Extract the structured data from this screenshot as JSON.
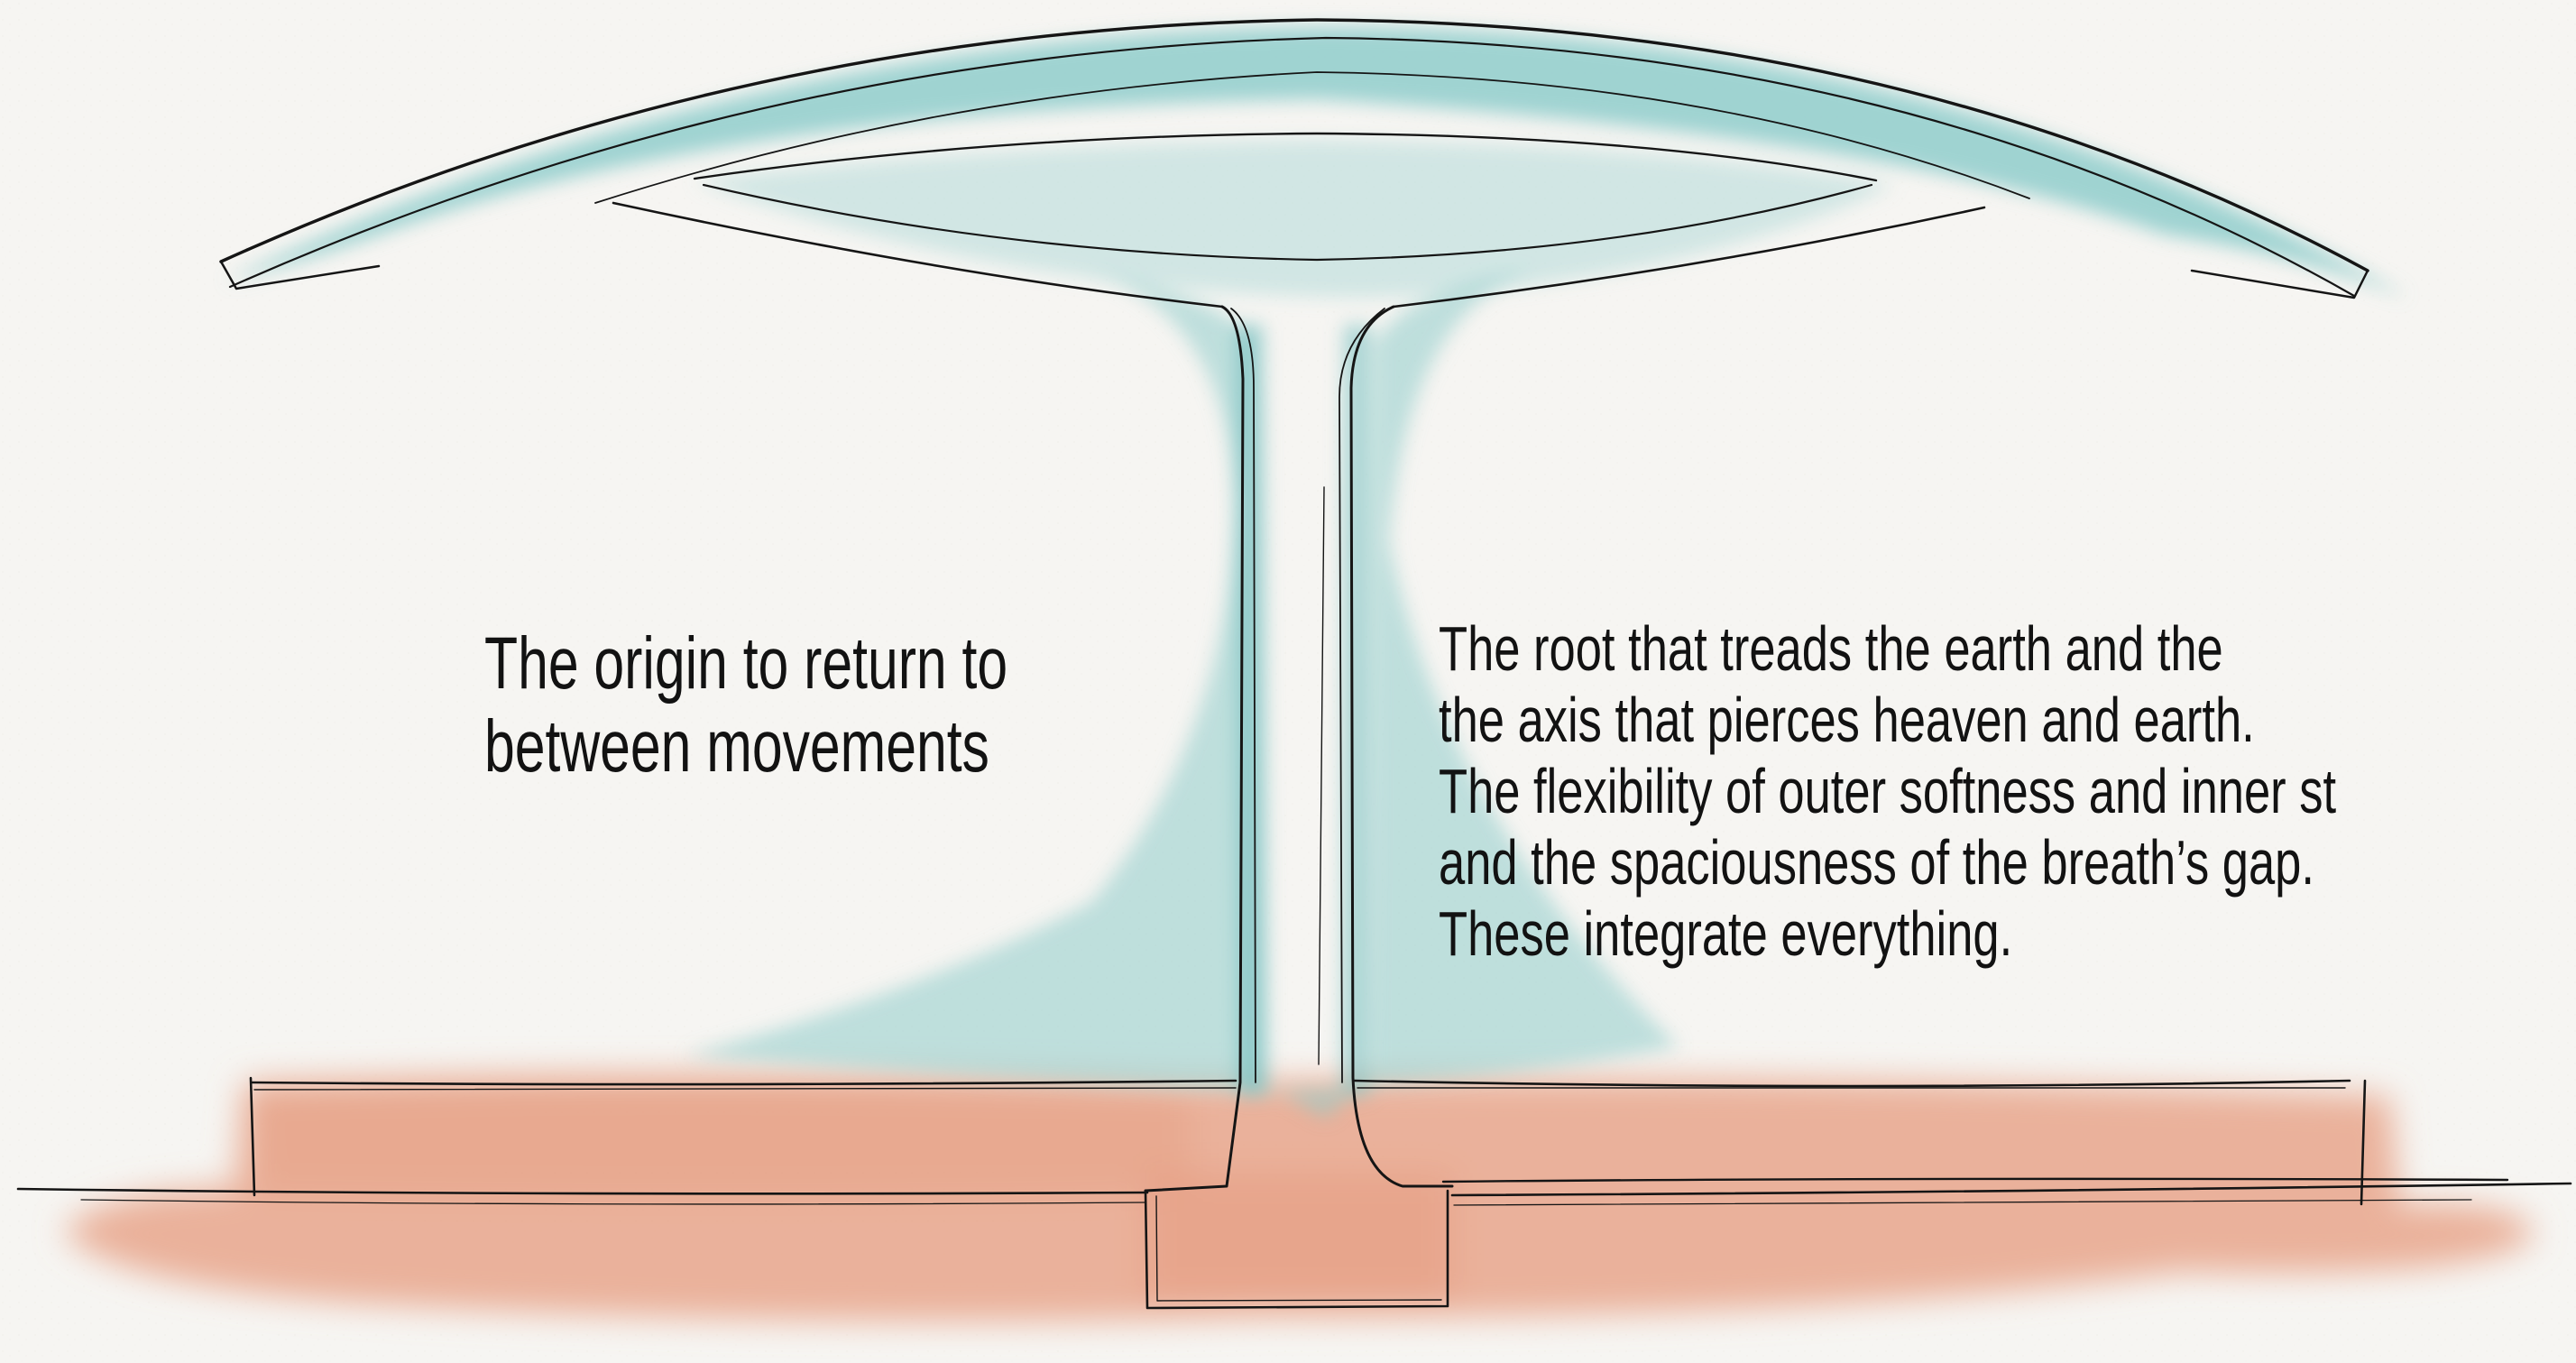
{
  "captions": {
    "left": {
      "lines": [
        "The origin to return to",
        "between movements"
      ]
    },
    "right": {
      "lines": [
        "The root that treads the earth and the",
        "the axis that pierces heaven and earth.",
        "The flexibility of outer softness and inner st",
        "and the spaciousness of the breath’s gap.",
        "These integrate everything."
      ]
    }
  },
  "colors": {
    "paper": "#f6f5f2",
    "canopy_wash": "#8fcccb",
    "ground_wash": "#e8a287",
    "ink": "#151515"
  }
}
